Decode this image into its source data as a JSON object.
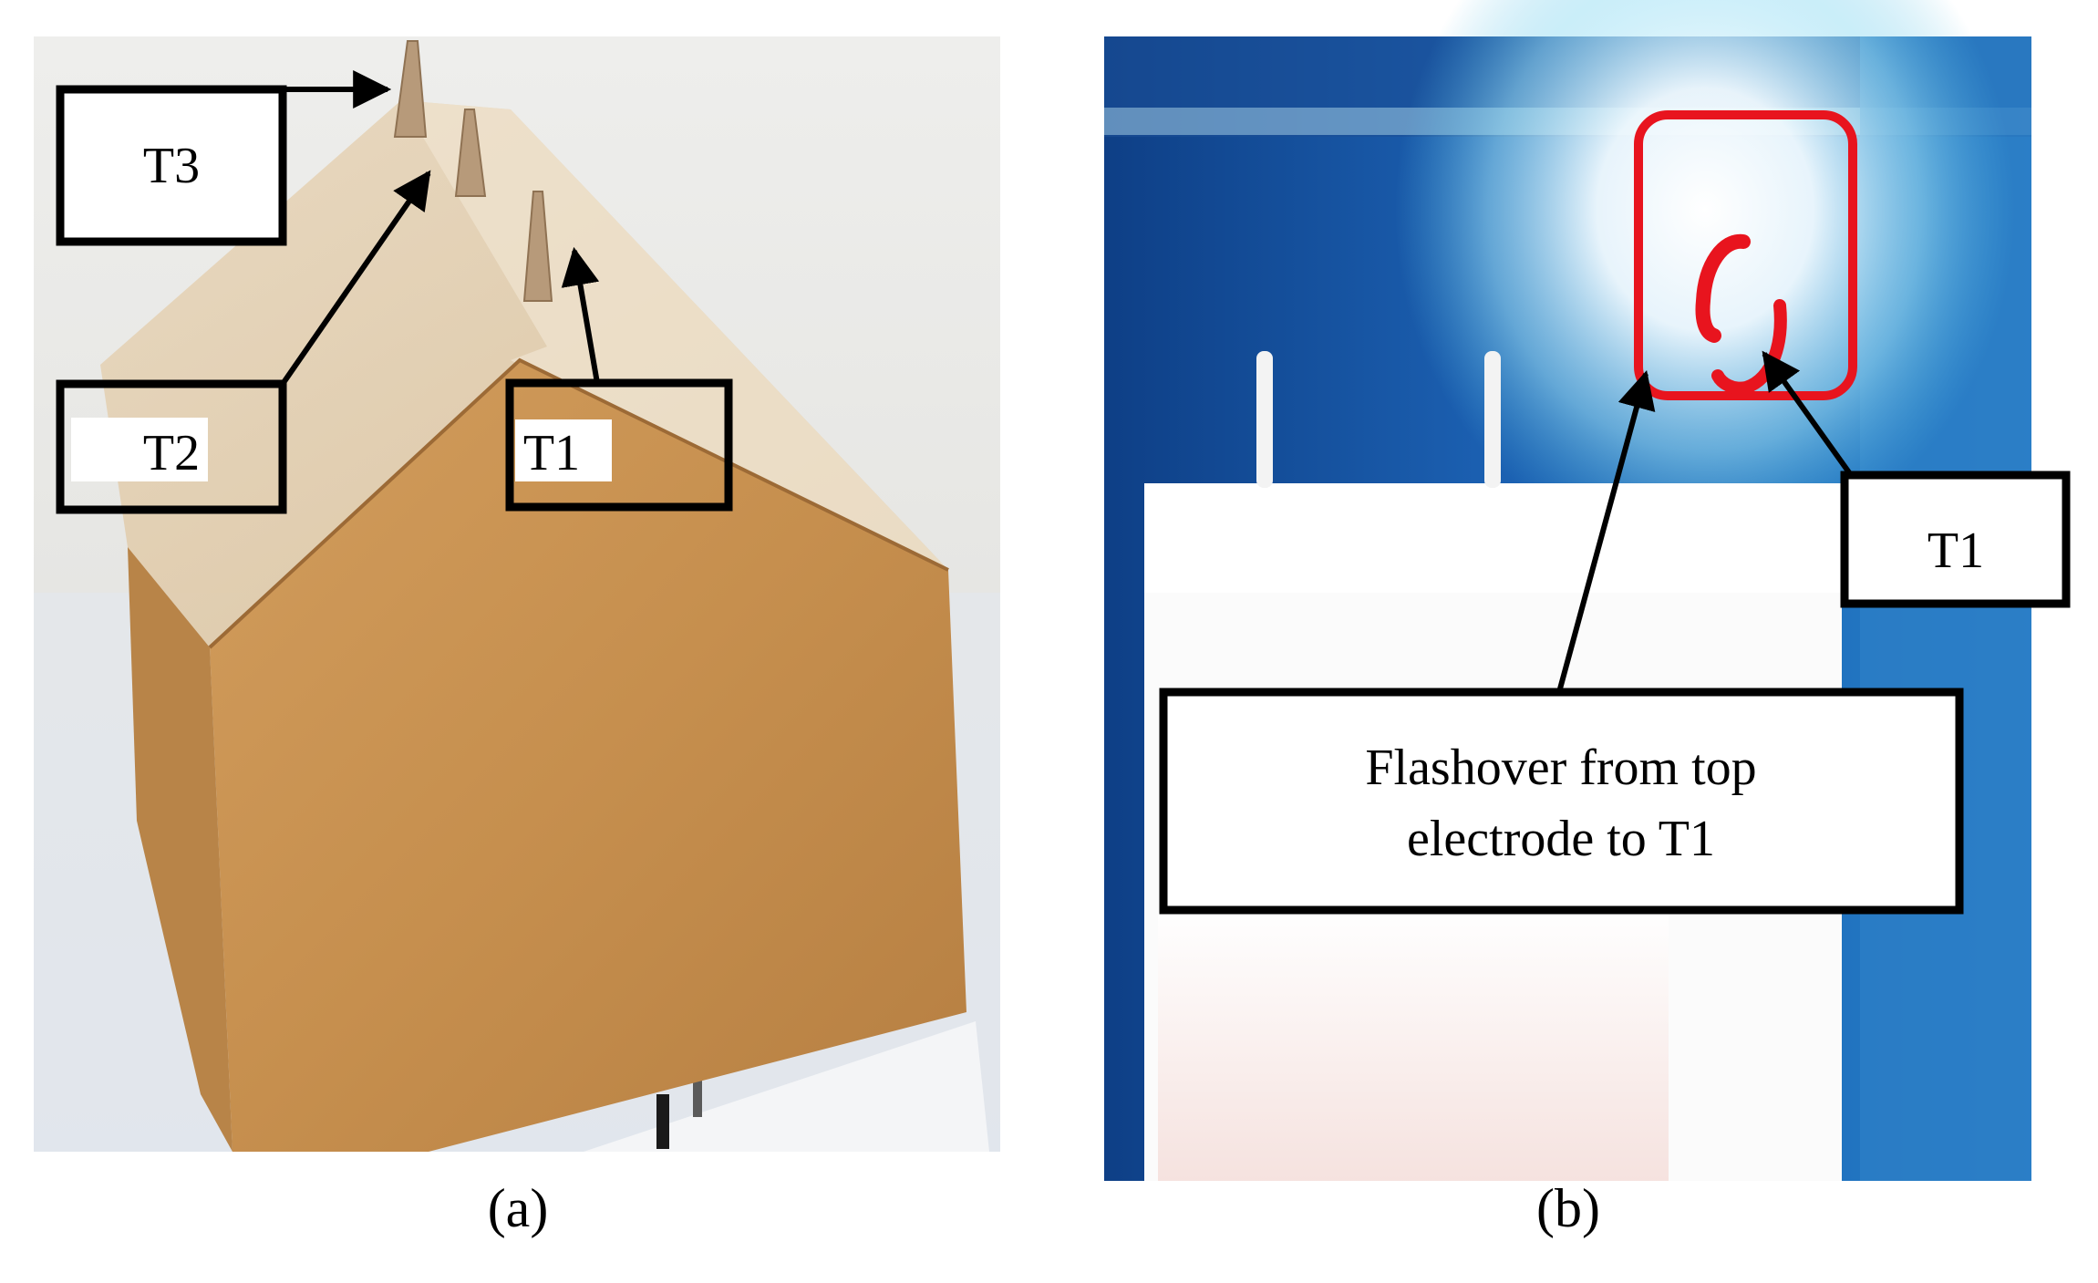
{
  "panel_a": {
    "caption": "(a)",
    "labels": {
      "t3": "T3",
      "t2": "T2",
      "t1": "T1"
    }
  },
  "panel_b": {
    "caption": "(b)",
    "labels": {
      "t1": "T1",
      "flashover_line1": "Flashover from top",
      "flashover_line2": "electrode to T1"
    }
  },
  "colors": {
    "box_stroke": "#000000",
    "highlight_red": "#e8141e",
    "wood": "#c58f4f",
    "wall_bg": "#e9e8e4",
    "lab_blue": "#1f63a8"
  }
}
